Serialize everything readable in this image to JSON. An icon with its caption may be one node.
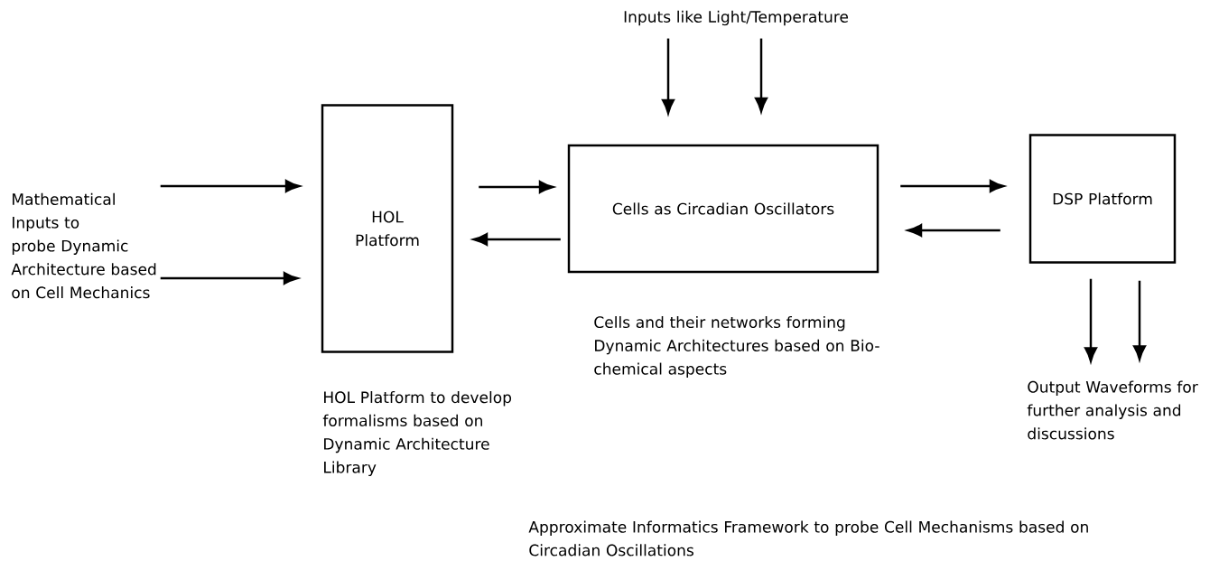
{
  "diagram": {
    "nodes": [
      {
        "text": [
          "Mathematical Inputs to probe Dynamic Architecture based on Cell Mechanics"
        ]
      },
      {
        "text": [
          "HOL Platform"
        ],
        "beside": [
          "HOL Platform to develop formalisms based on Dynamic Architecture Library"
        ]
      },
      {
        "text": [
          "Cells as Circadian Oscillators"
        ],
        "beside": [
          "Cells and their networks forming Dynamic Architectures based on Bio-chemical aspects"
        ]
      },
      {
        "text": [
          "DSP Platform"
        ]
      },
      {
        "text": [
          "Inputs like Light/Temperature"
        ]
      },
      {
        "text": [
          "Output Waveforms for further analysis and discussions"
        ]
      }
    ],
    "edges": [
      {
        "from": 0,
        "to": 1,
        "arrow": "to"
      },
      {
        "from": 0,
        "to": 1,
        "arrow": "to"
      },
      {
        "from": 1,
        "to": 2,
        "arrow": "to"
      },
      {
        "from": 2,
        "to": 1,
        "arrow": "to"
      },
      {
        "from": 4,
        "to": 2,
        "arrow": "to"
      },
      {
        "from": 4,
        "to": 2,
        "arrow": "to"
      },
      {
        "from": 2,
        "to": 3,
        "arrow": "to"
      },
      {
        "from": 3,
        "to": 2,
        "arrow": "to"
      },
      {
        "from": 3,
        "to": 5,
        "arrow": "to"
      },
      {
        "from": 3,
        "to": 5,
        "arrow": "to"
      }
    ],
    "labels": [
      "Approximate Informatics Framework to probe Cell Mechanisms based on Circadian Oscillations"
    ]
  }
}
